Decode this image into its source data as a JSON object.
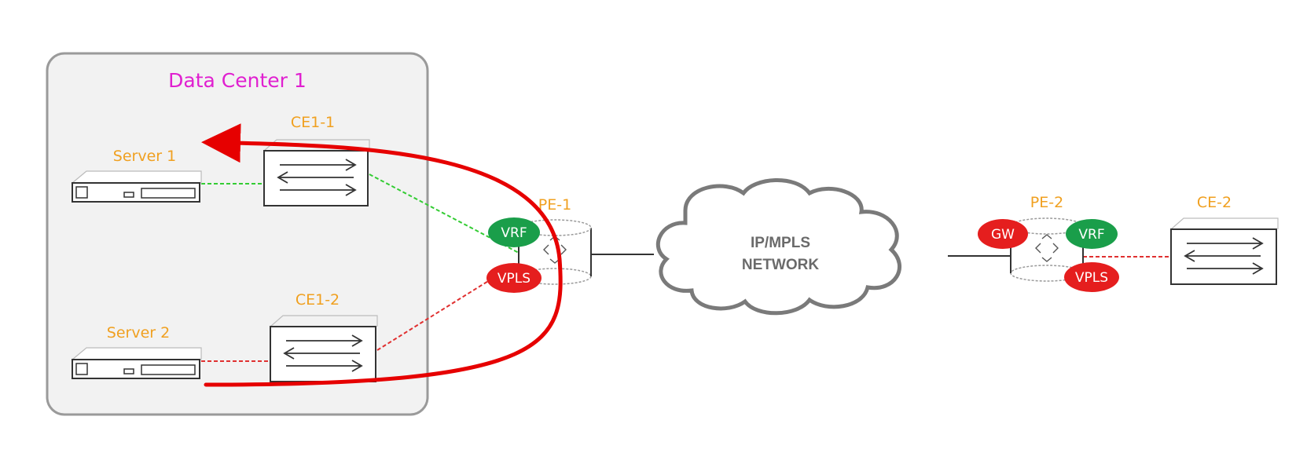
{
  "title": "Data Center 1",
  "cloud": {
    "line1": "IP/MPLS",
    "line2": "NETWORK"
  },
  "devices": {
    "server1": "Server 1",
    "server2": "Server 2",
    "ce1_1": "CE1-1",
    "ce1_2": "CE1-2",
    "pe1": "PE-1",
    "pe2": "PE-2",
    "ce2": "CE-2"
  },
  "badges": {
    "pe1_vrf": "VRF",
    "pe1_vpls": "VPLS",
    "pe2_gw": "GW",
    "pe2_vrf": "VRF",
    "pe2_vpls": "VPLS"
  },
  "colors": {
    "label": "#f0a020",
    "title": "#e020d0",
    "vrf": "#1a9e4a",
    "vpls": "#e51e1e",
    "gw": "#e51e1e",
    "link_green": "#33cc33",
    "link_red": "#e03030",
    "path_arrow": "#e60000"
  }
}
